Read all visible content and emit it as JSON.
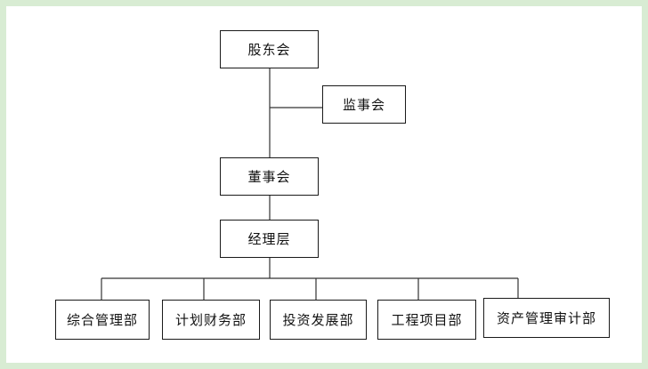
{
  "diagram": {
    "nodes": {
      "shareholders": "股东会",
      "supervisors": "监事会",
      "board": "董事会",
      "management": "经理层",
      "dept_general": "综合管理部",
      "dept_finance": "计划财务部",
      "dept_investment": "投资发展部",
      "dept_engineering": "工程项目部",
      "dept_asset_audit": "资产管理审计部"
    }
  }
}
